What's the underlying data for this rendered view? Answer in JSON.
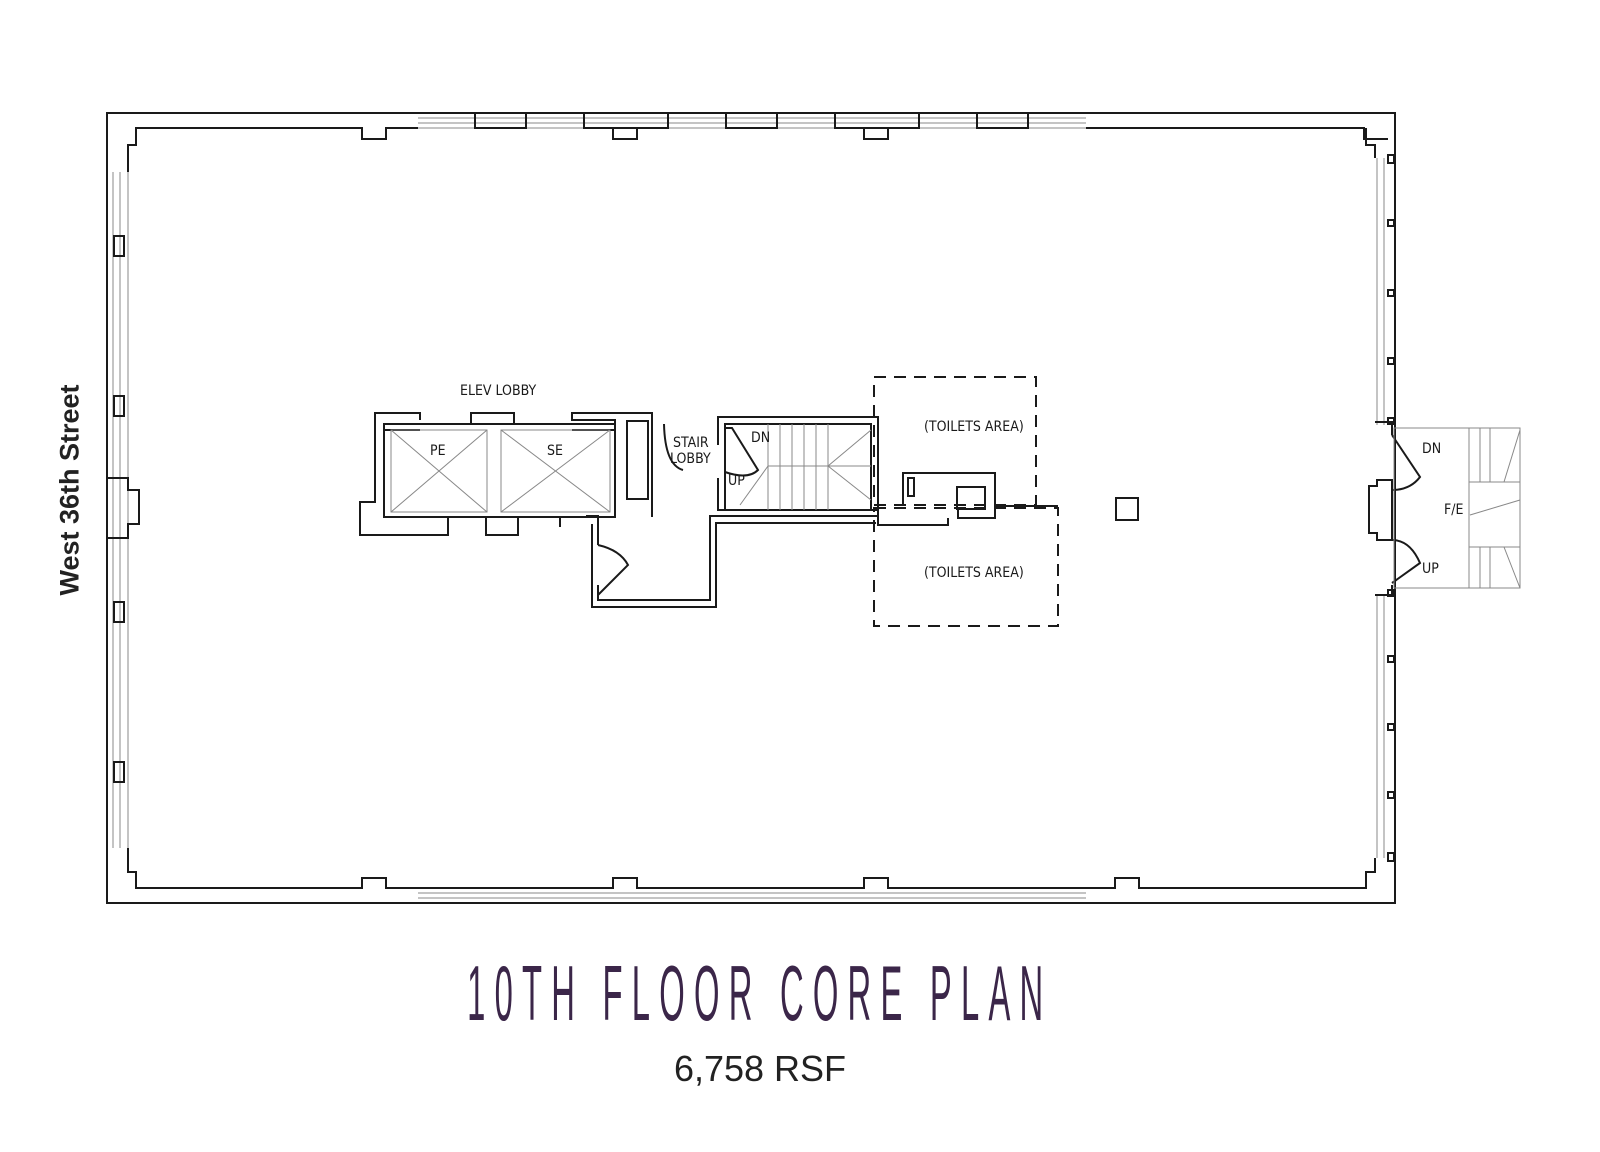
{
  "plan": {
    "title": "10TH FLOOR CORE PLAN",
    "area": "6,758 RSF",
    "street": "West 36th Street",
    "labels": {
      "elev_lobby": "ELEV LOBBY",
      "pe": "PE",
      "se": "SE",
      "stair_lobby_1": "STAIR",
      "stair_lobby_2": "LOBBY",
      "dn": "DN",
      "up": "UP",
      "toilets_top": "(TOILETS AREA)",
      "toilets_bottom": "(TOILETS AREA)",
      "fe_dn": "DN",
      "fe_up": "UP",
      "fe": "F/E"
    },
    "colors": {
      "title": "#3b2649",
      "lines": "#1a1a1a"
    }
  }
}
